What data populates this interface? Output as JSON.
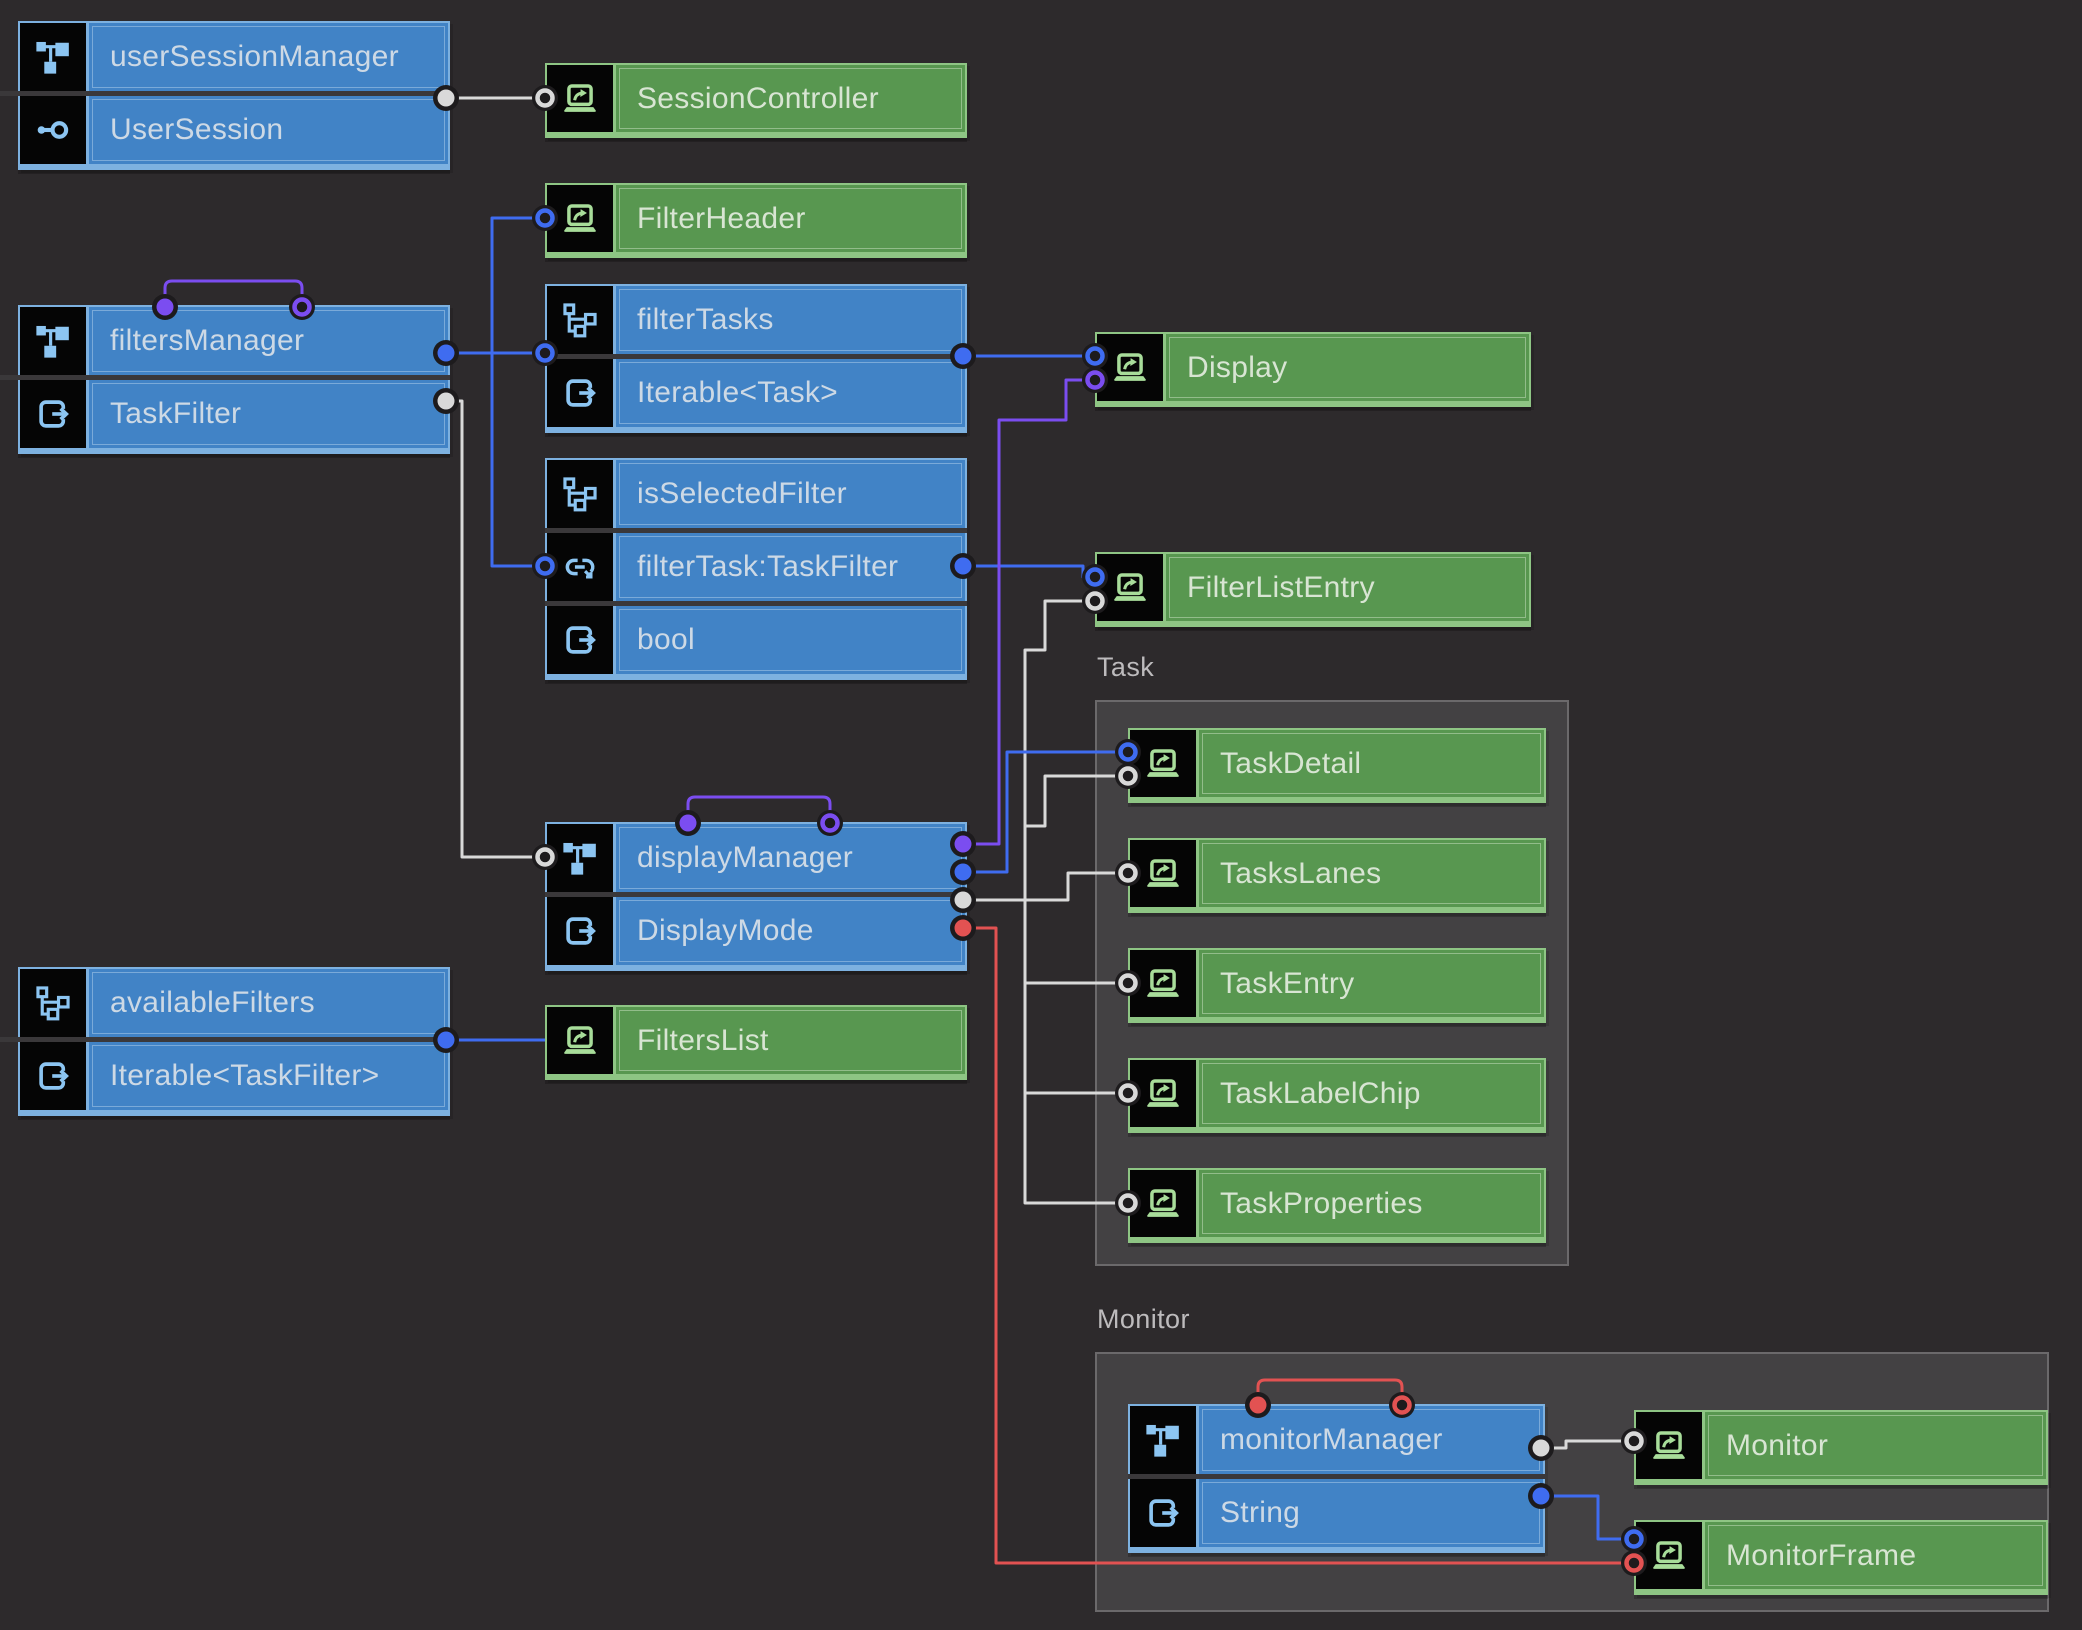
{
  "colors": {
    "canvas": "#2d2a2c",
    "group_bg": "#434143",
    "group_border": "#6b696b",
    "group_label": "#bdbbbd",
    "node_blue": "#4183c6",
    "node_blue_border": "#7db1e0",
    "icon_blue": "#8cc5f2",
    "text_blue": "#cdd9e5",
    "node_green": "#589750",
    "node_green_border": "#8ec584",
    "icon_green": "#a8dd9a",
    "text_green": "#d8e5d3",
    "divider": "#3a383a",
    "port_halo": "#1d1b1d",
    "wire_white": "#d9d9d9",
    "wire_blue": "#3f6cf0",
    "wire_purple": "#7b4df0",
    "wire_red": "#e25252"
  },
  "groups": {
    "task": {
      "label": "Task"
    },
    "monitor": {
      "label": "Monitor"
    }
  },
  "nodes": {
    "userSessionManager": {
      "rows": [
        {
          "icon": "tree-manager-icon",
          "label": "userSessionManager"
        },
        {
          "icon": "key-icon",
          "label": "UserSession"
        }
      ]
    },
    "filtersManager": {
      "rows": [
        {
          "icon": "tree-manager-icon",
          "label": "filtersManager"
        },
        {
          "icon": "output-type-icon",
          "label": "TaskFilter"
        }
      ]
    },
    "filterTasks": {
      "rows": [
        {
          "icon": "tree-method-icon",
          "label": "filterTasks"
        },
        {
          "icon": "output-type-icon",
          "label": "Iterable<Task>"
        }
      ]
    },
    "isSelectedFilter": {
      "rows": [
        {
          "icon": "tree-method-icon",
          "label": "isSelectedFilter"
        },
        {
          "icon": "link-param-icon",
          "label": "filterTask:TaskFilter"
        },
        {
          "icon": "output-type-icon",
          "label": "bool"
        }
      ]
    },
    "displayManager": {
      "rows": [
        {
          "icon": "tree-manager-icon",
          "label": "displayManager"
        },
        {
          "icon": "output-type-icon",
          "label": "DisplayMode"
        }
      ]
    },
    "availableFilters": {
      "rows": [
        {
          "icon": "tree-method-icon",
          "label": "availableFilters"
        },
        {
          "icon": "output-type-icon",
          "label": "Iterable<TaskFilter>"
        }
      ]
    },
    "monitorManager": {
      "rows": [
        {
          "icon": "tree-manager-icon",
          "label": "monitorManager"
        },
        {
          "icon": "output-type-icon",
          "label": "String"
        }
      ]
    },
    "sessionController": {
      "label": "SessionController"
    },
    "filterHeader": {
      "label": "FilterHeader"
    },
    "display": {
      "label": "Display"
    },
    "filterListEntry": {
      "label": "FilterListEntry"
    },
    "taskDetail": {
      "label": "TaskDetail"
    },
    "tasksLanes": {
      "label": "TasksLanes"
    },
    "taskEntry": {
      "label": "TaskEntry"
    },
    "taskLabelChip": {
      "label": "TaskLabelChip"
    },
    "taskProperties": {
      "label": "TaskProperties"
    },
    "filtersList": {
      "label": "FiltersList"
    },
    "monitor": {
      "label": "Monitor"
    },
    "monitorFrame": {
      "label": "MonitorFrame"
    }
  }
}
